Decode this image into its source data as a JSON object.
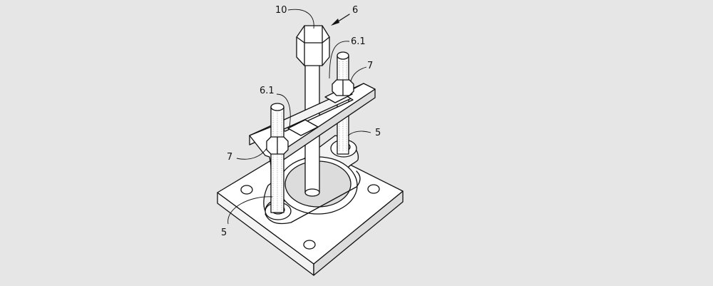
{
  "figure": {
    "labels": {
      "l10": "10",
      "l6": "6",
      "l61_top": "6.1",
      "l61_left": "6.1",
      "l7_right": "7",
      "l7_left": "7",
      "l5_right": "5",
      "l5_left": "5"
    },
    "colors": {
      "background": "#e6e6e6",
      "line": "#111111",
      "fill": "#ffffff"
    }
  }
}
